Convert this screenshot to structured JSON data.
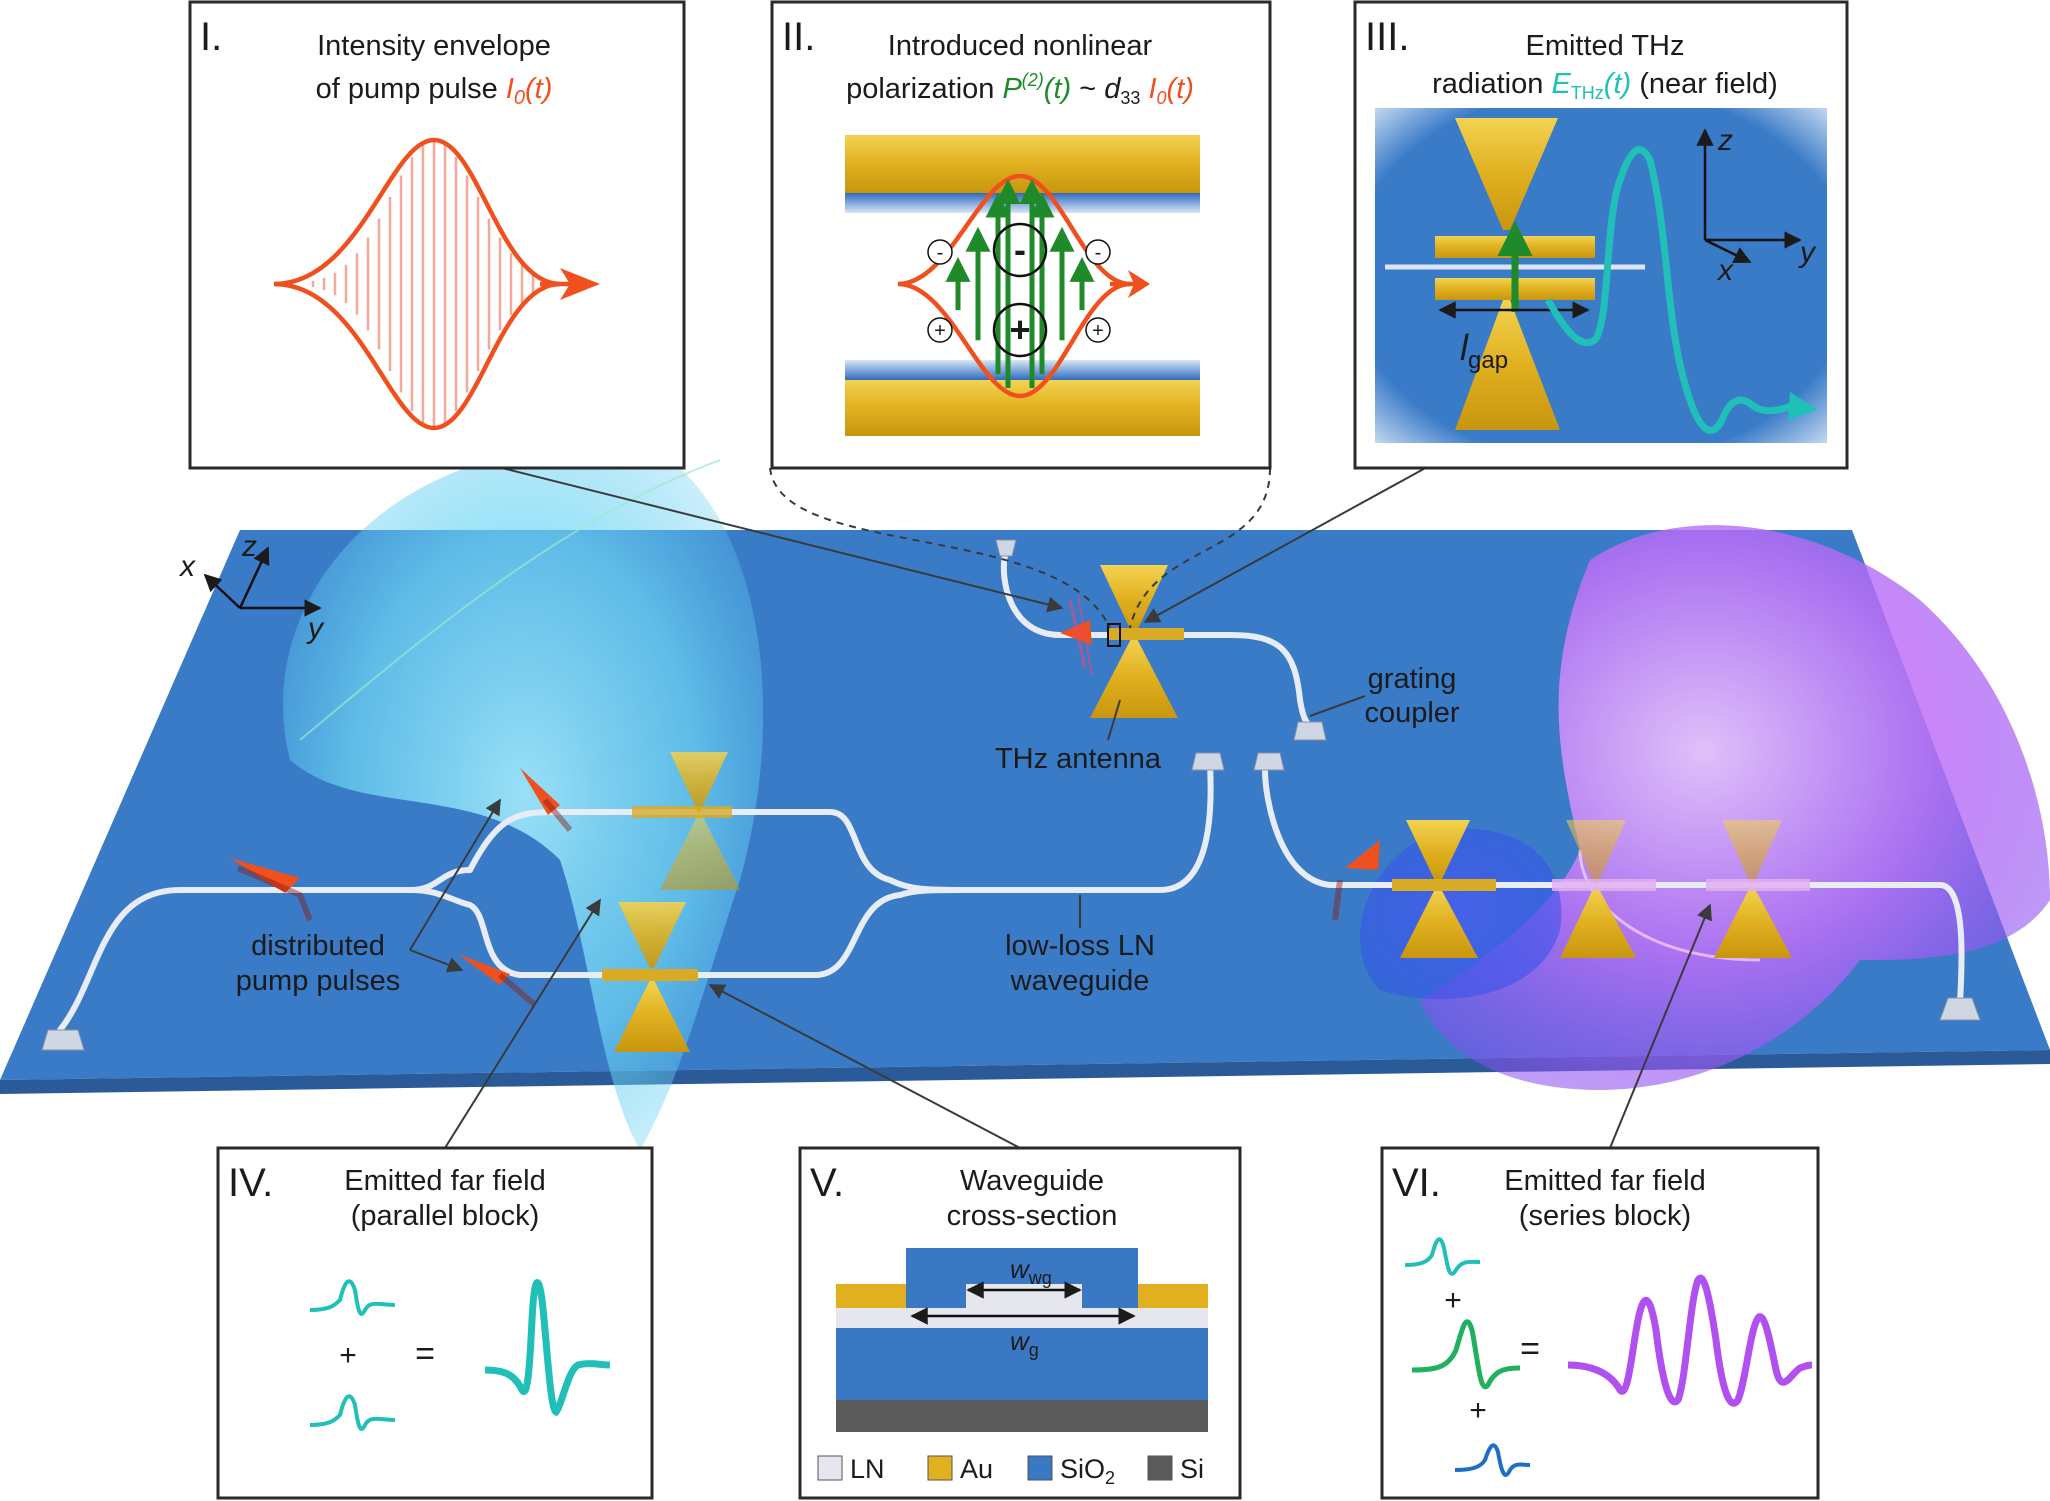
{
  "panels": {
    "p1": {
      "num": "I.",
      "line1": "Intensity envelope",
      "line2_pre": "of pump pulse ",
      "line2_sym": "I",
      "line2_sub": "0",
      "line2_post": "(t)"
    },
    "p2": {
      "num": "II.",
      "line1": "Introduced nonlinear",
      "line2_pre": "polarization ",
      "sym_p": "P",
      "sup": "(2)",
      "sym_t": "(t)",
      "tilde": " ~ ",
      "sym_d": "d",
      "sub_d": "33",
      "sym_i": " I",
      "sub_i": "0",
      "post_i": "(t)",
      "minus": "-",
      "plus": "+",
      "small_minus": "-",
      "small_plus": "+"
    },
    "p3": {
      "num": "III.",
      "line1": "Emitted THz",
      "line2_pre": "radiation ",
      "sym_e": "E",
      "sub_e": "THz",
      "sym_t": "(t)",
      "line2_post": " (near field)",
      "axis_z": "z",
      "axis_x": "x",
      "axis_y": "y",
      "gap_l": "l",
      "gap_sub": "gap"
    },
    "p4": {
      "num": "IV.",
      "line1": "Emitted far field",
      "line2": "(parallel block)",
      "plus": "+",
      "equals": "="
    },
    "p5": {
      "num": "V.",
      "line1": "Waveguide",
      "line2": "cross-section",
      "w_wg": "w",
      "w_wg_sub": "wg",
      "w_g": "w",
      "w_g_sub": "g",
      "legend": [
        {
          "label": "LN",
          "sub": "",
          "color": "#e6e6ef"
        },
        {
          "label": "Au",
          "sub": "",
          "color": "#e0b020"
        },
        {
          "label": "SiO",
          "sub": "2",
          "color": "#3a78c4"
        },
        {
          "label": "Si",
          "sub": "",
          "color": "#5a5a5a"
        }
      ]
    },
    "p6": {
      "num": "VI.",
      "line1": "Emitted far field",
      "line2": "(series block)",
      "plus1": "+",
      "plus2": "+",
      "equals": "="
    }
  },
  "chip": {
    "axis_x": "x",
    "axis_y": "y",
    "axis_z": "z",
    "label_distributed_1": "distributed",
    "label_distributed_2": "pump pulses",
    "label_waveguide_1": "low-loss LN",
    "label_waveguide_2": "waveguide",
    "label_antenna": "THz antenna",
    "label_grating_1": "grating",
    "label_grating_2": "coupler"
  },
  "colors": {
    "substrate": "#3a7bc8",
    "gold": "#e0b020",
    "pump": "#f0501e",
    "polarization": "#1f8a2a",
    "thz": "#20c0b8",
    "far_field_violet": "#b050f0",
    "far_field_blue": "#1e6ec8",
    "far_field_green": "#20b060"
  }
}
